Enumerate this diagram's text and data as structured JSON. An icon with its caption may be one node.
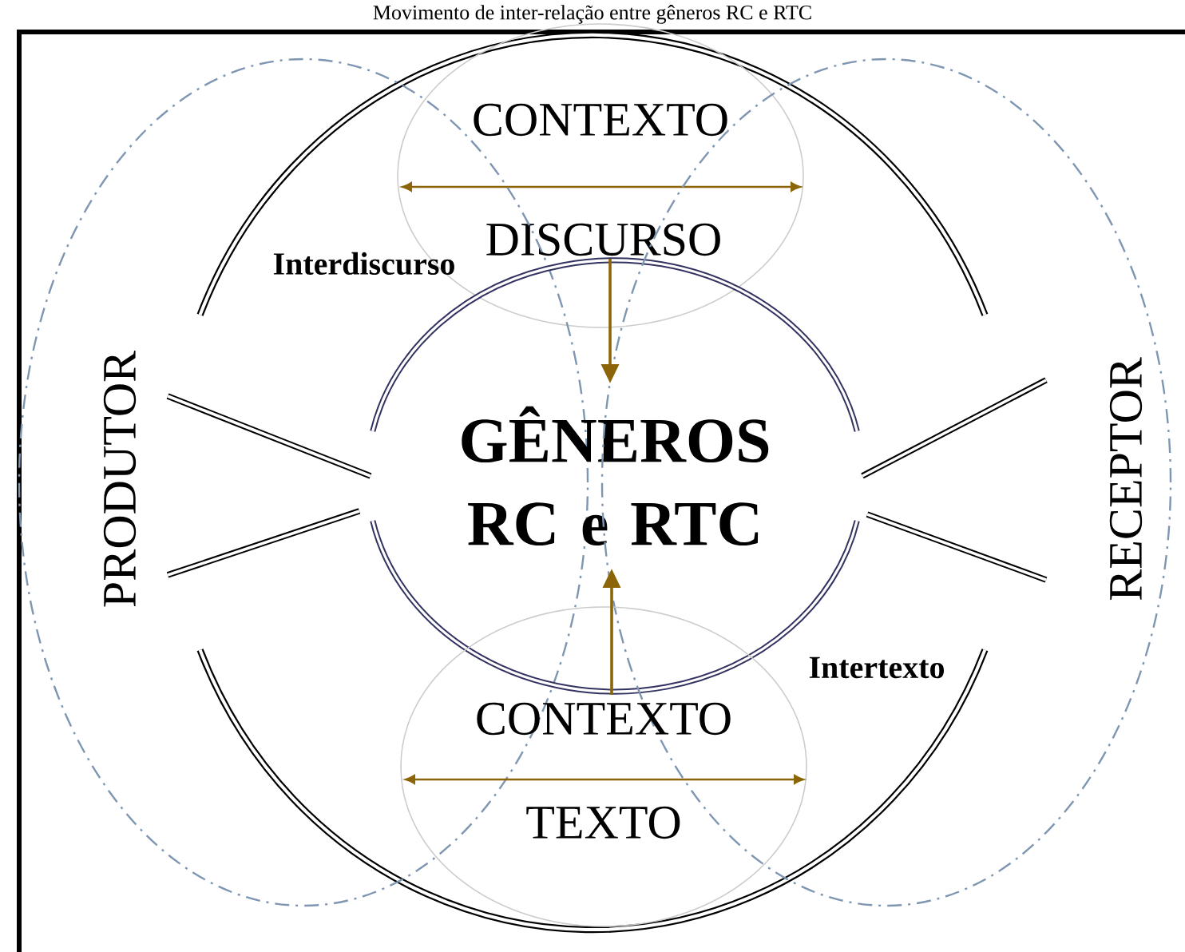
{
  "diagram": {
    "title": "Movimento de inter-relação entre gêneros RC e RTC",
    "nodes": [
      {
        "text": [],
        "shape": "circle"
      },
      {
        "text": [
          "CONTEXTO",
          "DISCURSO"
        ],
        "in": 0
      },
      {
        "text": [
          "PRODUTOR"
        ]
      },
      {
        "text": [
          "GÊNEROS RC e RTC"
        ],
        "in": 0
      },
      {
        "text": [
          "RECEPTOR"
        ]
      },
      {
        "text": [
          "CONTEXTO",
          "TEXTO"
        ],
        "in": 0
      }
    ],
    "edges": [
      {
        "from": 1,
        "to": 3,
        "arrow": "to",
        "color": "#8b6508"
      },
      {
        "from": 5,
        "to": 3,
        "arrow": "to",
        "color": "#8b6508"
      },
      {
        "from": 2,
        "to": 3,
        "arrow": "none"
      },
      {
        "from": 2,
        "to": 3,
        "arrow": "none"
      },
      {
        "from": 4,
        "to": 3,
        "arrow": "none"
      },
      {
        "from": 4,
        "to": 3,
        "arrow": "none"
      }
    ],
    "labels": [
      "Interdiscurso",
      "Intertexto"
    ]
  }
}
